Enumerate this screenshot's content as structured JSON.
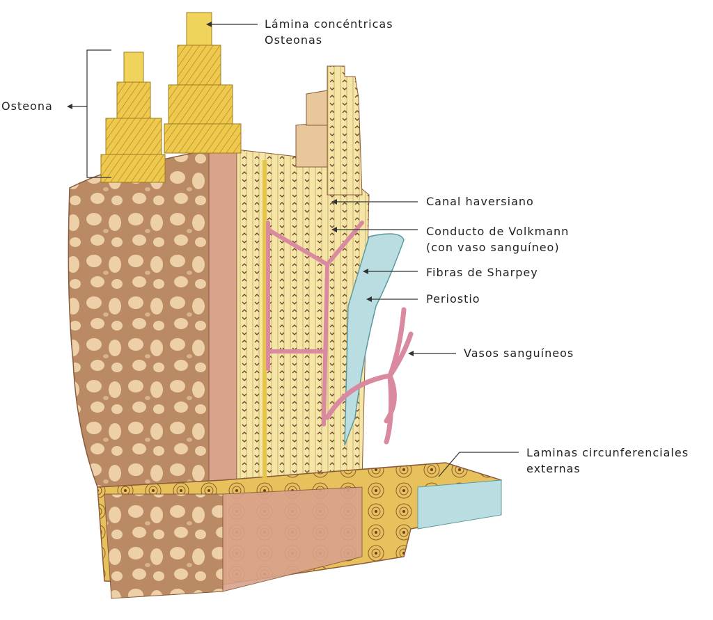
{
  "labels": {
    "lamina": "Lámina concéntricas",
    "osteonas": "Osteonas",
    "osteona": "Osteona",
    "canal": "Canal haversiano",
    "volkmann_1": "Conducto de Volkmann",
    "volkmann_2": "(con vaso sanguíneo)",
    "sharpey": "Fibras de Sharpey",
    "periostio": "Periostio",
    "vasos": "Vasos sanguíneos",
    "laminas_1": "Laminas circunferenciales",
    "laminas_2": "externas"
  },
  "colors": {
    "osteon_yellow": "#f0d35a",
    "bone_tan": "#e8c79a",
    "compact_pink": "#d9a28c",
    "lamellae_cream": "#f5e6a8",
    "vessel_pink": "#d98aa0",
    "periosteum_blue": "#b9dde0",
    "leader_line": "#333333"
  }
}
